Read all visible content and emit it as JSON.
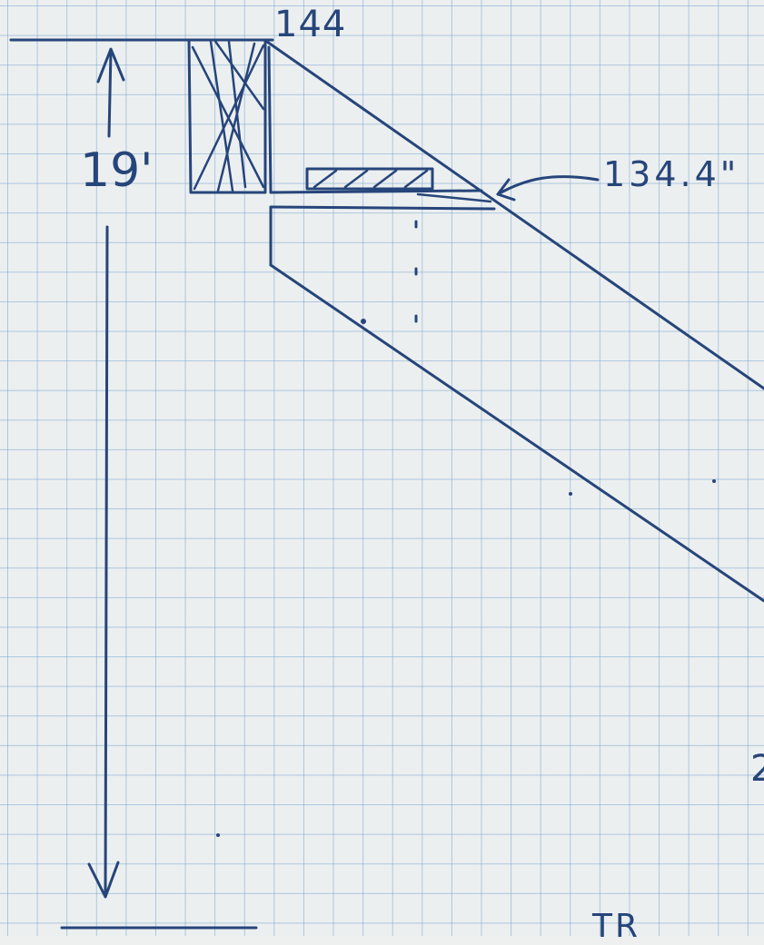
{
  "labels": {
    "top_value": "144",
    "height": "19'",
    "measurement": "134.4\"",
    "bottom_fragment": "TR",
    "edge_fragment": "2"
  },
  "colors": {
    "ink": "#26457a",
    "grid": "#78a5cd",
    "paper": "#eceff0"
  }
}
